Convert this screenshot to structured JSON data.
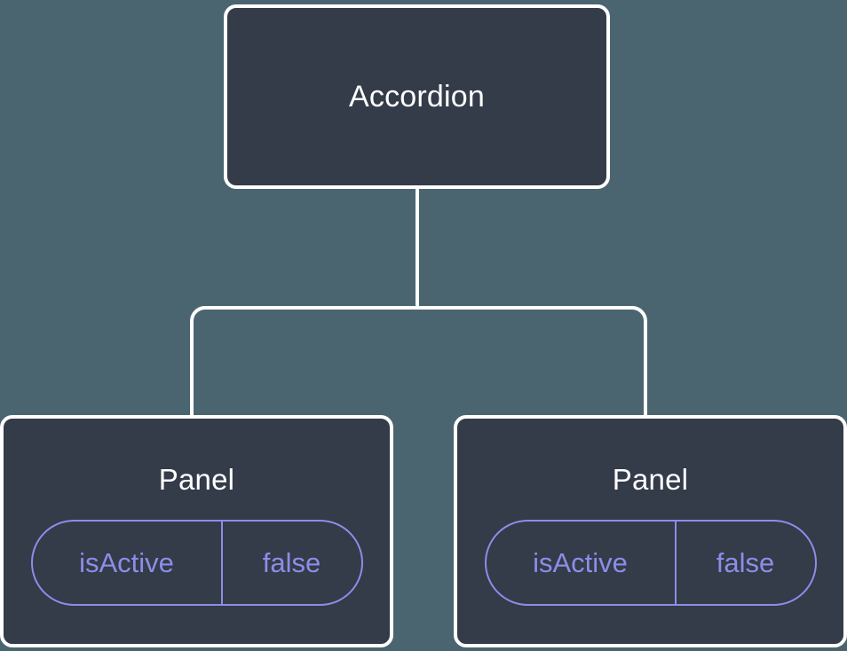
{
  "diagram": {
    "type": "component-tree",
    "background_color": "#4b6570",
    "node_fill_color": "#343b49",
    "node_border_color": "#ffffff",
    "accent_color": "#8b8ee8",
    "connector_color": "#ffffff",
    "root": {
      "title": "Accordion"
    },
    "children": [
      {
        "title": "Panel",
        "state": {
          "key": "isActive",
          "value": "false"
        }
      },
      {
        "title": "Panel",
        "state": {
          "key": "isActive",
          "value": "false"
        }
      }
    ]
  }
}
